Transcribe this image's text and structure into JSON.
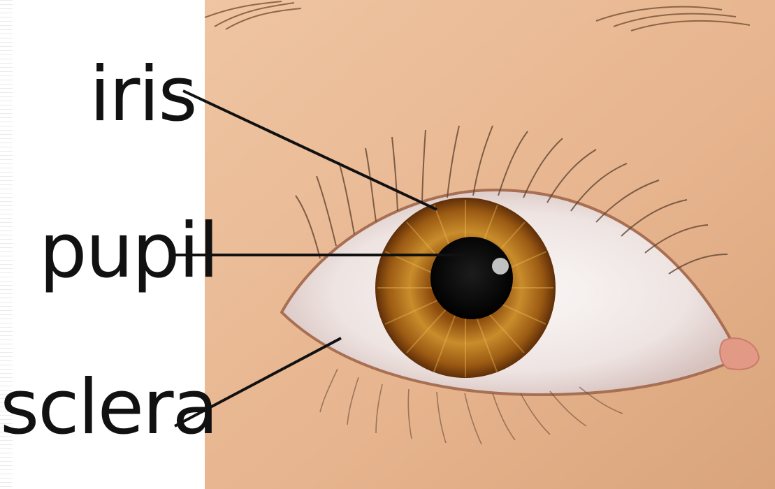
{
  "diagram": {
    "labels": {
      "iris": "iris",
      "pupil": "pupil",
      "sclera": "sclera"
    },
    "colors": {
      "skin": "#e8b894",
      "iris": "#9a5a12",
      "iris_light": "#c98d2c",
      "pupil": "#0b0b0b",
      "sclera": "#f3ece9",
      "leader_line": "#111111",
      "caruncle": "#e29a87"
    }
  }
}
